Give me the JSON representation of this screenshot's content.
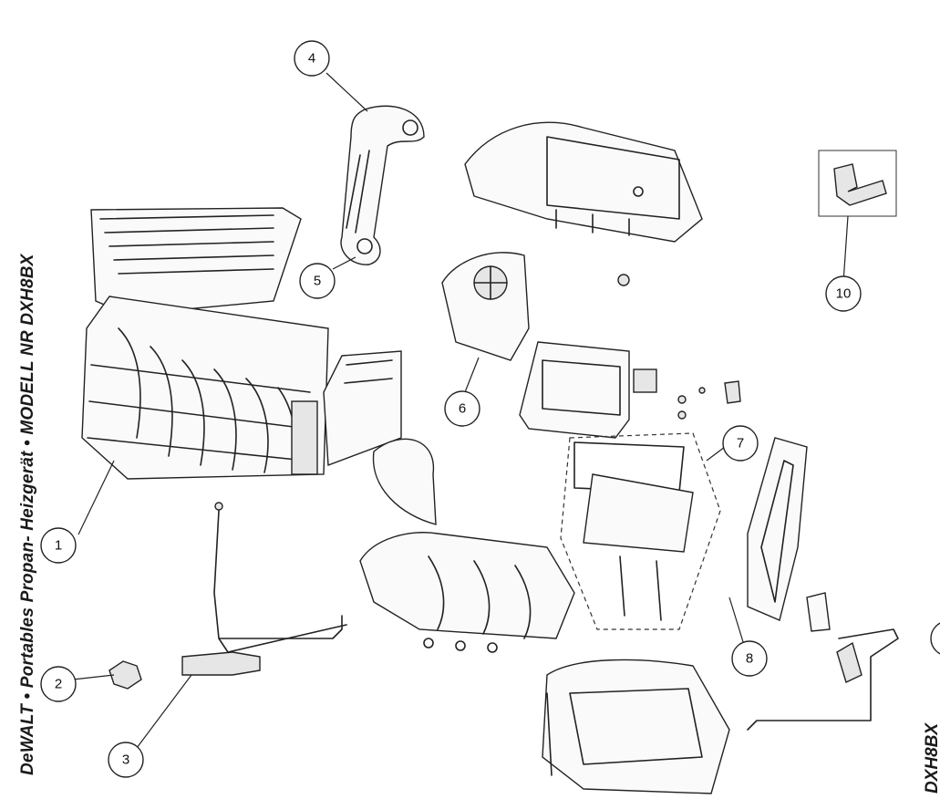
{
  "title": "DeWALT • Portables Propan- Heizgerät • MODELL NR DXH8BX",
  "model_corner": "DXH8BX",
  "callouts": [
    "1",
    "2",
    "3",
    "4",
    "5",
    "6",
    "7",
    "8",
    "10"
  ]
}
